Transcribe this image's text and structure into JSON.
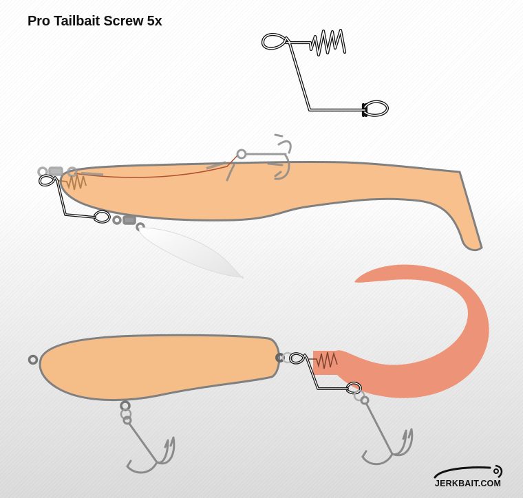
{
  "title": "Pro Tailbait Screw 5x",
  "watermark": {
    "text": "JERKBAIT.COM",
    "icon": "jerkbait-logo-swoosh-icon"
  },
  "illustrations": [
    {
      "name": "tailbait-screw-standalone",
      "description": "Wire screw with coil and two eye loops"
    },
    {
      "name": "shad-with-screw-and-spinner-blade",
      "description": "Orange shad with stinger treble hook, screw attached at nose, willow blade on swivel"
    },
    {
      "name": "jerkbait-with-twister-tail",
      "description": "Orange jerkbait with belly treble; screw at tail holds salmon twister tail and trailing treble hook"
    }
  ],
  "colors": {
    "lure_body": "#f8c08c",
    "twister_tail": "#ec9378",
    "outline": "#808080",
    "wire": "#111111",
    "hook": "#8a8a8a",
    "blade": "#ededed",
    "leader": "#b05030"
  }
}
